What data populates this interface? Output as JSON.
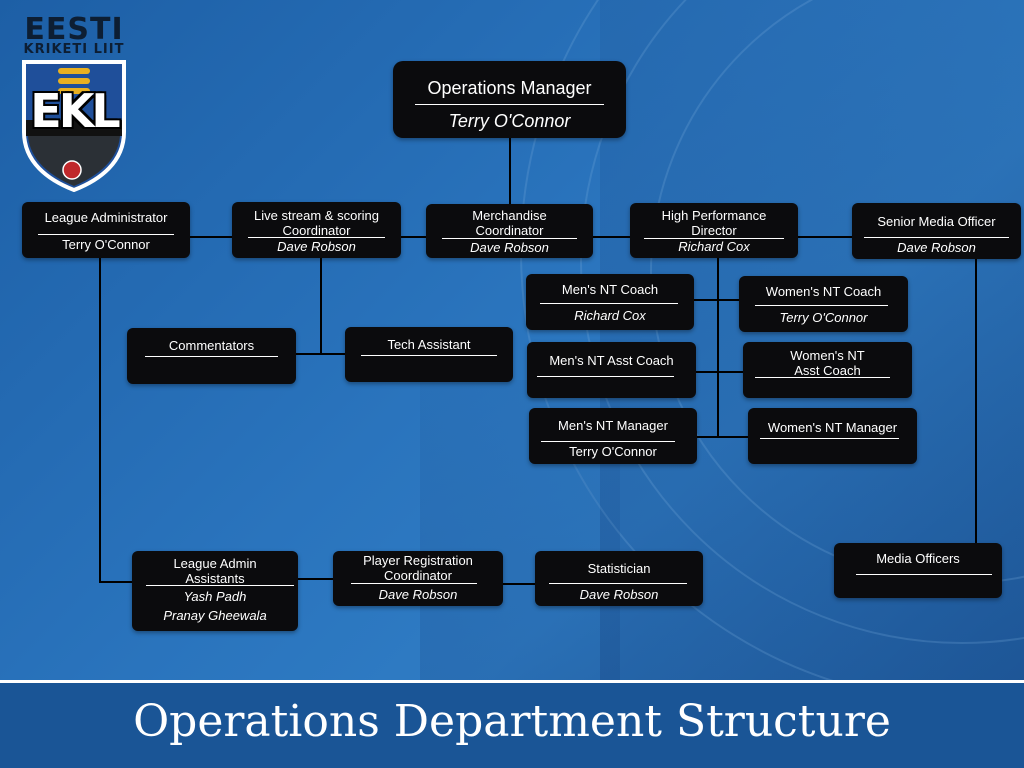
{
  "logo": {
    "line1": "EESTI",
    "line2": "KRIKETI LIIT",
    "monogram": "EKL"
  },
  "footer": {
    "title": "Operations Department Structure"
  },
  "boxes": {
    "ops": {
      "title": "Operations Manager",
      "name": "Terry O'Connor"
    },
    "league_admin": {
      "title": "League Administrator",
      "name": "Terry O'Connor"
    },
    "livestream": {
      "title": "Live stream & scoring\nCoordinator",
      "name": "Dave Robson"
    },
    "merch": {
      "title": "Merchandise\nCoordinator",
      "name": "Dave Robson"
    },
    "hpd": {
      "title": "High Performance\nDirector",
      "name": "Richard Cox"
    },
    "senior_media": {
      "title": "Senior Media Officer",
      "name": "Dave Robson"
    },
    "mens_coach": {
      "title": "Men's NT Coach",
      "name": "Richard Cox"
    },
    "womens_coach": {
      "title": "Women's NT Coach",
      "name": "Terry O'Connor"
    },
    "mens_asst": {
      "title": "Men's NT Asst Coach",
      "name": ""
    },
    "womens_asst": {
      "title": "Women's NT\nAsst Coach",
      "name": ""
    },
    "mens_mgr": {
      "title": "Men's NT Manager",
      "name": "Terry O'Connor"
    },
    "womens_mgr": {
      "title": "Women's NT Manager",
      "name": ""
    },
    "commentators": {
      "title": "Commentators",
      "name": ""
    },
    "tech": {
      "title": "Tech Assistant",
      "name": ""
    },
    "league_assist": {
      "title": "League Admin\nAssistants",
      "name1": "Yash Padh",
      "name2": "Pranay Gheewala"
    },
    "player_reg": {
      "title": "Player Registration\nCoordinator",
      "name": "Dave Robson"
    },
    "statistician": {
      "title": "Statistician",
      "name": "Dave Robson"
    },
    "media_officers": {
      "title": "Media Officers",
      "name": ""
    }
  },
  "colors": {
    "box": "#0b0b0d",
    "text": "#ffffff",
    "background": "#2a74bd",
    "line": "#000000"
  }
}
